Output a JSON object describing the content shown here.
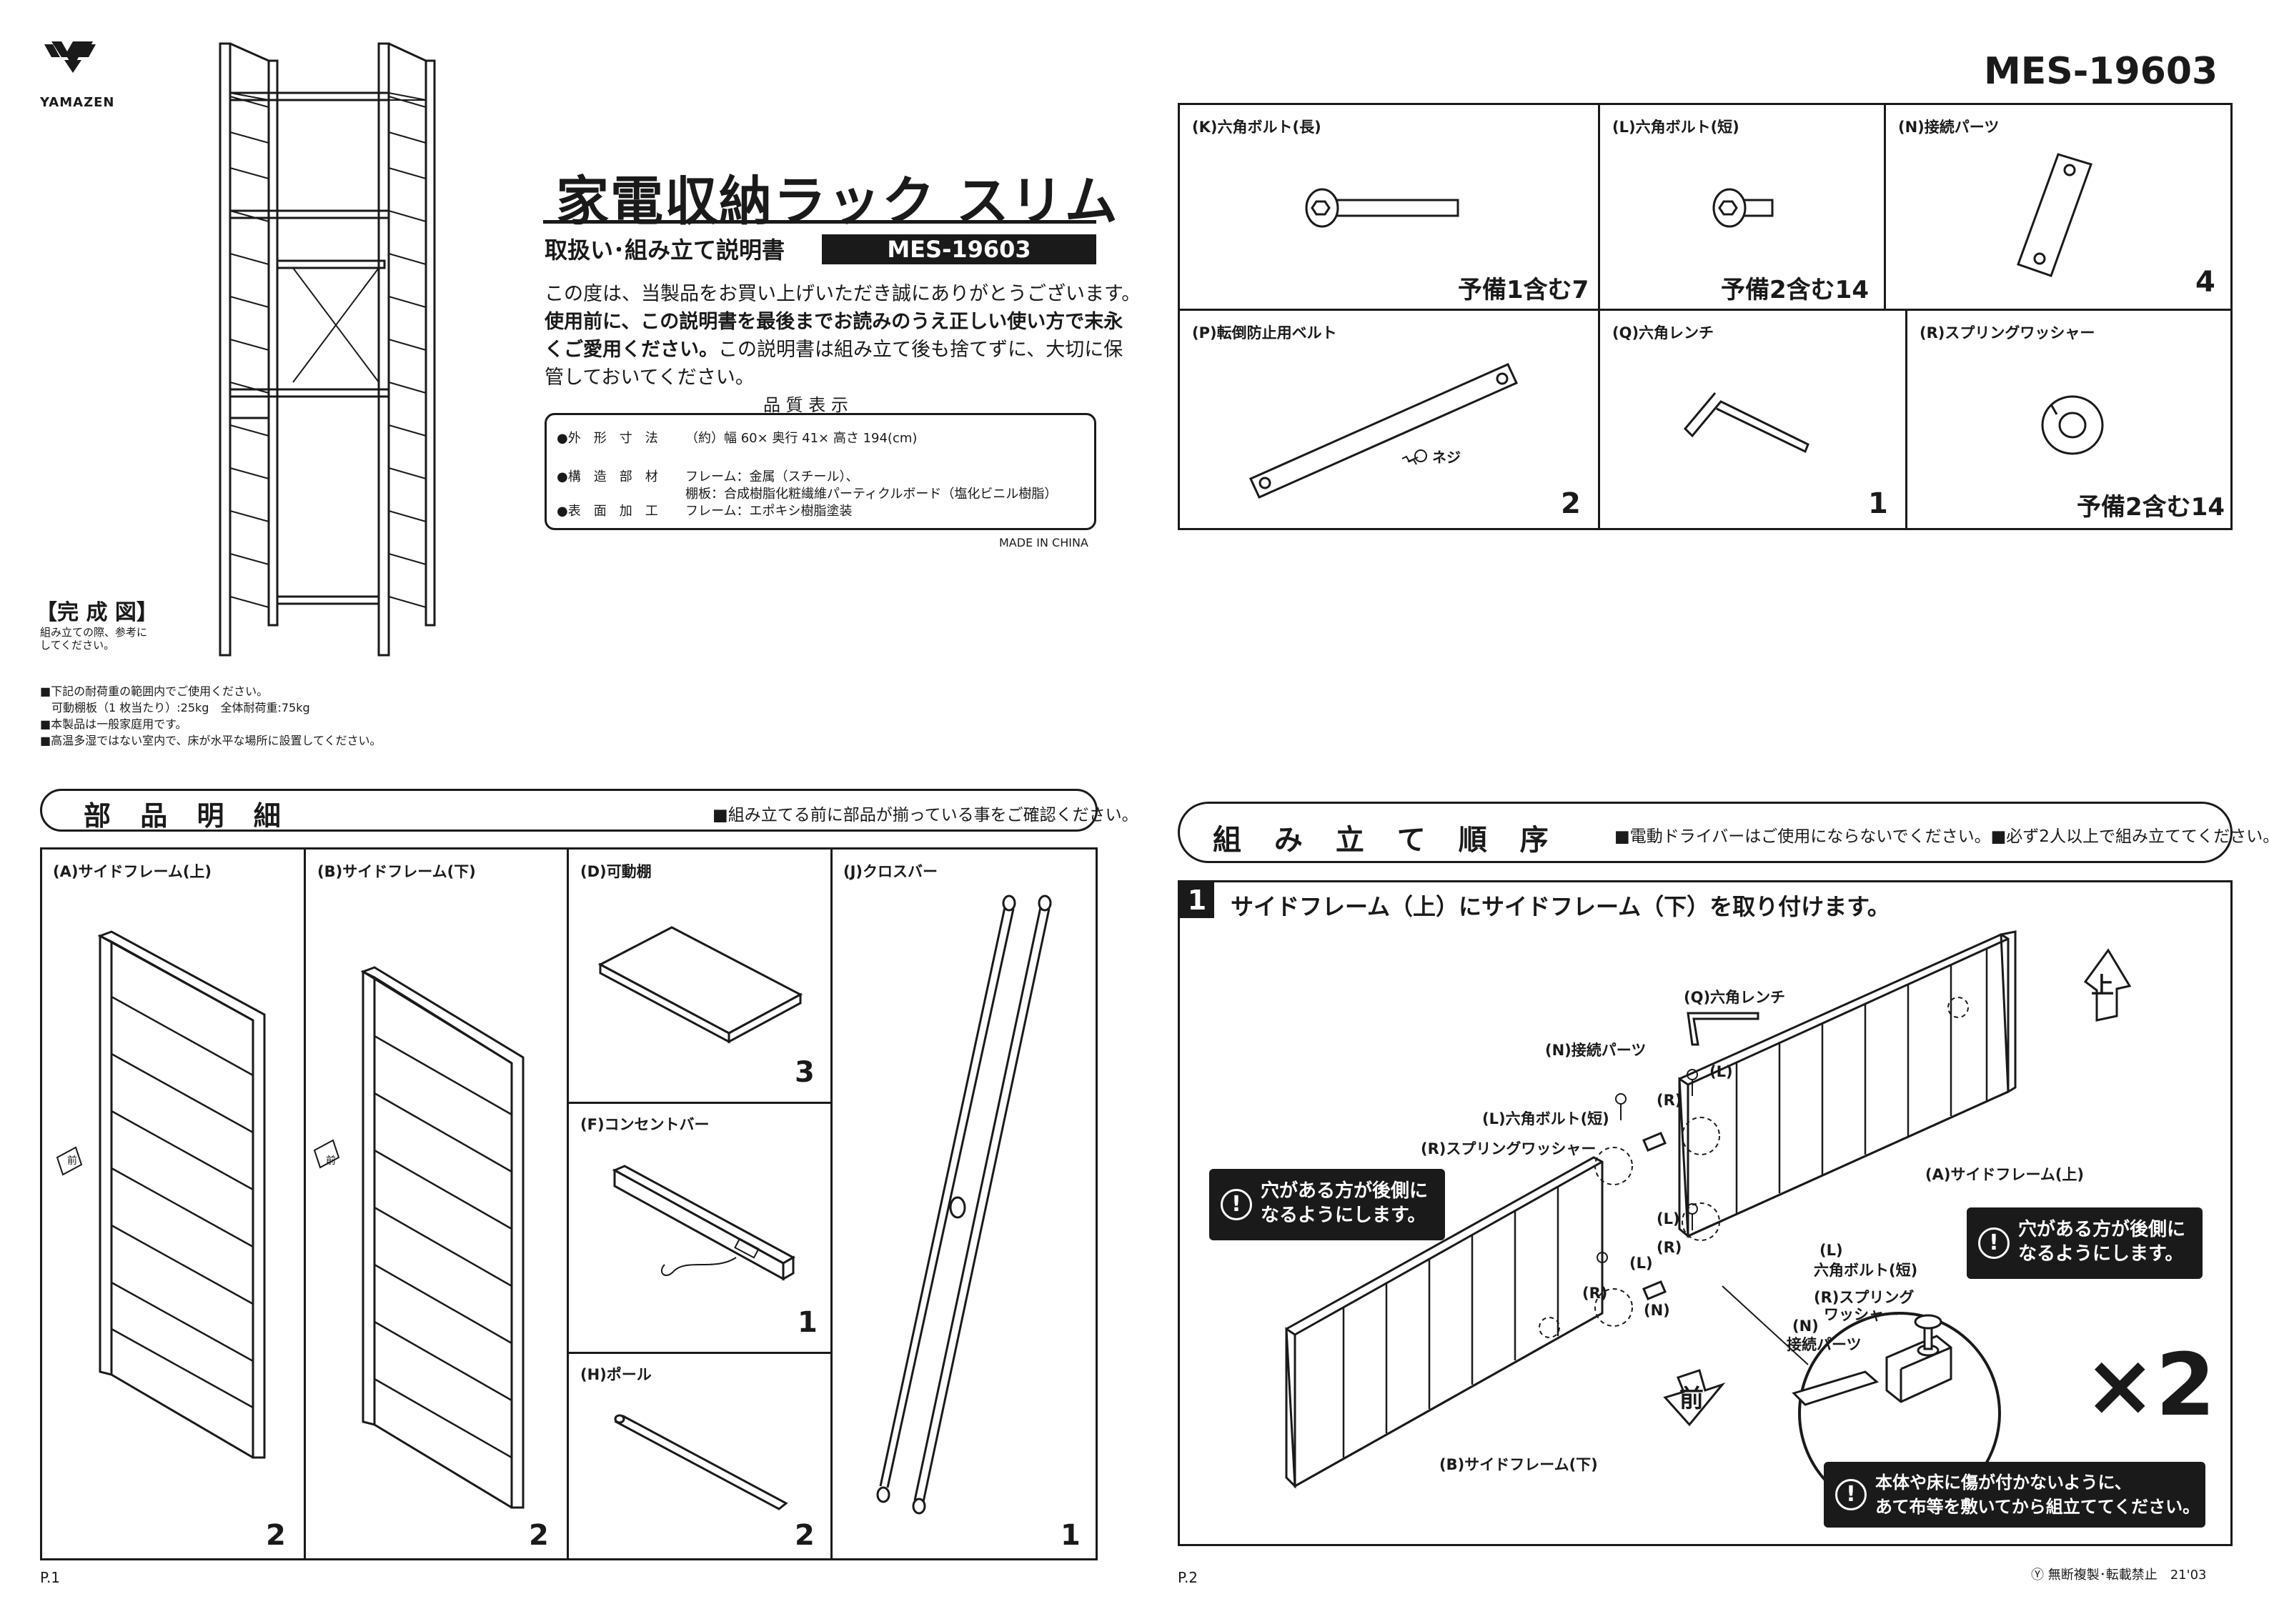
{
  "brand": {
    "name": "YAMAZEN"
  },
  "model": "MES-19603",
  "title": "家電収納ラック スリム",
  "subtitle": "取扱い･組み立て説明書",
  "intro": {
    "line1": "この度は、当製品をお買い上げいただき誠にありがとうございます。",
    "line2": "使用前に、この説明書を最後までお読みのうえ正しい使い方で末永",
    "line3a": "くご愛用ください。",
    "line3b": "この説明書は組み立て後も捨てずに、大切に保",
    "line4": "管しておいてください。"
  },
  "quality": {
    "header": "品 質 表 示",
    "rows": [
      {
        "key": "●外　形　寸　法",
        "val": "（約）幅 60× 奥行 41× 高さ 194(cm)"
      },
      {
        "key": "●構　造　部　材",
        "val": "フレーム：金属（スチール）、"
      },
      {
        "key": "",
        "val": "棚板：合成樹脂化粧繊維パーティクルボード（塩化ビニル樹脂）"
      },
      {
        "key": "●表　面　加　工",
        "val": "フレーム：エポキシ樹脂塗装"
      }
    ],
    "origin": "MADE IN CHINA"
  },
  "completed": {
    "title": "【完 成 図】",
    "note1": "組み立ての際、参考に",
    "note2": "してください。"
  },
  "notes": [
    "■下記の耐荷重の範囲内でご使用ください。",
    "　可動棚板（1 枚当たり）:25kg　全体耐荷重:75kg",
    "■本製品は一般家庭用です。",
    "■高温多湿ではない室内で、床が水平な場所に設置してください。"
  ],
  "parts_top": [
    {
      "label": "(K)六角ボルト(長)",
      "qty": "予備1含む7"
    },
    {
      "label": "(L)六角ボルト(短)",
      "qty": "予備2含む14"
    },
    {
      "label": "(N)接続パーツ",
      "qty": "4"
    },
    {
      "label": "(P)転倒防止用ベルト",
      "qty": "2",
      "extra": "ネジ"
    },
    {
      "label": "(Q)六角レンチ",
      "qty": "1"
    },
    {
      "label": "(R)スプリングワッシャー",
      "qty": "予備2含む14"
    }
  ],
  "parts_section": {
    "title": "部 品 明 細",
    "note": "■組み立てる前に部品が揃っている事をご確認ください。",
    "items": [
      {
        "label": "(A)サイドフレーム(上)",
        "qty": "2",
        "tag": "前"
      },
      {
        "label": "(B)サイドフレーム(下)",
        "qty": "2",
        "tag": "前"
      },
      {
        "label": "(D)可動棚",
        "qty": "3"
      },
      {
        "label": "(F)コンセントバー",
        "qty": "1"
      },
      {
        "label": "(H)ポール",
        "qty": "2"
      },
      {
        "label": "(J)クロスバー",
        "qty": "1"
      }
    ]
  },
  "assembly": {
    "title": "組 み 立 て 順 序",
    "note": "■電動ドライバーはご使用にならないでください。■必ず2人以上で組み立ててください。",
    "step_no": "1",
    "step_text": "サイドフレーム（上）にサイドフレーム（下）を取り付けます。",
    "labels": {
      "wrench": "(Q)六角レンチ",
      "conn": "(N)接続パーツ",
      "bolt": "(L)六角ボルト(短)",
      "washer": "(R)スプリングワッシャー",
      "frame_a": "(A)サイドフレーム(上)",
      "frame_b": "(B)サイドフレーム(下)",
      "l": "(L)",
      "r": "(R)",
      "n": "(N)",
      "up": "上",
      "front": "前",
      "zoom_l1": "(L)",
      "zoom_l2": "六角ボルト(短)",
      "zoom_r1": "(R)スプリング",
      "zoom_r2": "ワッシャー",
      "zoom_n1": "(N)",
      "zoom_n2": "接続パーツ",
      "times": "×2"
    },
    "warn1": "穴がある方が後側に\nなるようにします。",
    "warn2": "穴がある方が後側に\nなるようにします。",
    "warn3": "本体や床に傷が付かないように、\nあて布等を敷いてから組立ててください。"
  },
  "footer": {
    "p1": "P.1",
    "p2": "P.2",
    "copyright": "Ⓨ 無断複製･転載禁止　21'03"
  }
}
